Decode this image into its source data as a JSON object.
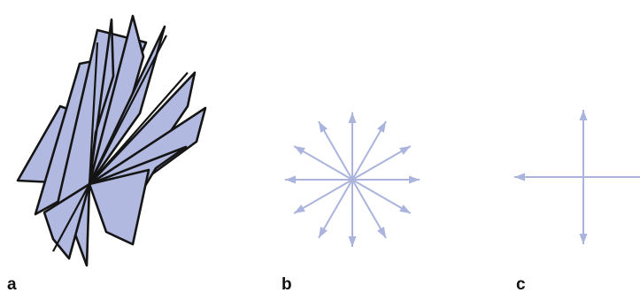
{
  "panels": [
    {
      "id": "a",
      "label": "a"
    },
    {
      "id": "b",
      "label": "b"
    },
    {
      "id": "c",
      "label": "c"
    }
  ],
  "colors": {
    "plane_fill": "#b1b9e1",
    "plane_stroke": "#151515",
    "arrow": "#aab4dc",
    "label": "#111111"
  },
  "arrow_sets": {
    "b_directions_deg": [
      0,
      30,
      60,
      90,
      120,
      150,
      180,
      210,
      240,
      270,
      300,
      330
    ],
    "c_directions_deg": [
      0,
      90,
      180,
      270
    ]
  }
}
